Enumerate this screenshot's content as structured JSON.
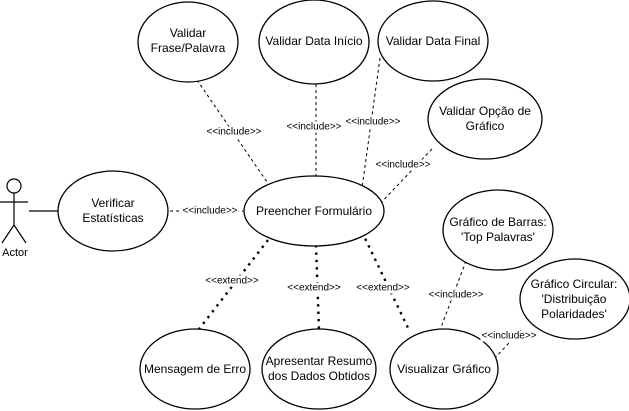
{
  "actor": {
    "name": "Actor"
  },
  "use_cases": {
    "validar_frase": "Validar\nFrase/Palavra",
    "validar_data_inicio": "Validar Data Início",
    "validar_data_final": "Validar Data Final",
    "validar_opcao_grafico": "Validar Opção de\nGráfico",
    "verificar_estatisticas": "Verificar\nEstatísticas",
    "preencher_formulario": "Preencher Formulário",
    "grafico_barras": "Gráfico de Barras:\n'Top Palavras'",
    "grafico_circular": "Gráfico Circular:\n'Distribuição\nPolaridades'",
    "mensagem_erro": "Mensagem de Erro",
    "apresentar_resumo": "Apresentar Resumo\ndos Dados Obtidos",
    "visualizar_grafico": "Visualizar Gráfico"
  },
  "relations": {
    "include_frase": "<<include>>",
    "include_data_inicio": "<<include>>",
    "include_data_final": "<<include>>",
    "include_opcao_grafico": "<<include>>",
    "include_verificar": "<<include>>",
    "extend_erro": "<<extend>>",
    "extend_resumo": "<<extend>>",
    "extend_visualizar": "<<extend>>",
    "include_barras": "<<include>>",
    "include_circular": "<<include>>"
  }
}
